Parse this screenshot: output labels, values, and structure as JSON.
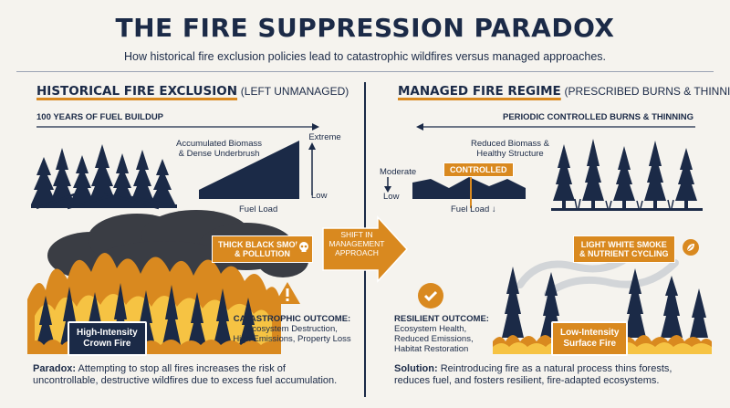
{
  "title": "THE FIRE SUPPRESSION PARADOX",
  "subtitle": "How historical fire exclusion policies lead to catastrophic wildfires versus managed approaches.",
  "left": {
    "heading_strong": "HISTORICAL FIRE EXCLUSION",
    "heading_weak": "(LEFT UNMANAGED)",
    "buildup_label": "100 YEARS OF FUEL BUILDUP",
    "biomass_line1": "Accumulated Biomass",
    "biomass_line2": "& Dense Underbrush",
    "axis_high": "Extreme",
    "axis_low": "Low",
    "fuel_load": "Fuel Load",
    "smoke_line1": "THICK BLACK SMOKE",
    "smoke_line2": "& POLLUTION",
    "crown_line1": "High-Intensity",
    "crown_line2": "Crown Fire",
    "outcome_title": "CATASTROPHIC OUTCOME:",
    "outcome_line1": "Ecosystem Destruction,",
    "outcome_line2": "High Emissions, Property Loss",
    "paradox_label": "Paradox:",
    "paradox_text": " Attempting to stop all fires increases the risk of uncontrollable, destructive wildfires due to excess fuel accumulation."
  },
  "center_arrow": {
    "line1": "SHIFT IN",
    "line2": "MANAGEMENT",
    "line3": "APPROACH"
  },
  "right": {
    "heading_strong": "MANAGED FIRE REGIME",
    "heading_weak": "(PRESCRIBED BURNS & THINNING)",
    "periodic_label": "PERIODIC CONTROLLED BURNS & THINNING",
    "reduced_line1": "Reduced Biomass &",
    "reduced_line2": "Healthy Structure",
    "axis_high": "Moderate",
    "axis_low": "Low",
    "controlled_tag": "CONTROLLED",
    "fuel_load": "Fuel Load",
    "smoke_line1": "LIGHT WHITE SMOKE",
    "smoke_line2": "& NUTRIENT CYCLING",
    "surface_line1": "Low-Intensity",
    "surface_line2": "Surface Fire",
    "outcome_title": "RESILIENT OUTCOME:",
    "outcome_line1": "Ecosystem Health,",
    "outcome_line2": "Reduced Emissions,",
    "outcome_line3": "Habitat Restoration",
    "solution_label": "Solution:",
    "solution_text": " Reintroducing fire as a natural process thins forests, reduces fuel, and fosters resilient, fire-adapted ecosystems."
  },
  "colors": {
    "navy": "#1b2a47",
    "orange": "#d9891f",
    "fire_yellow": "#f6c343",
    "smoke_dark": "#3a3d44",
    "background": "#f5f3ee"
  },
  "icons": [
    "skull-icon",
    "warning-icon",
    "checkmark-icon",
    "leaf-icon"
  ]
}
